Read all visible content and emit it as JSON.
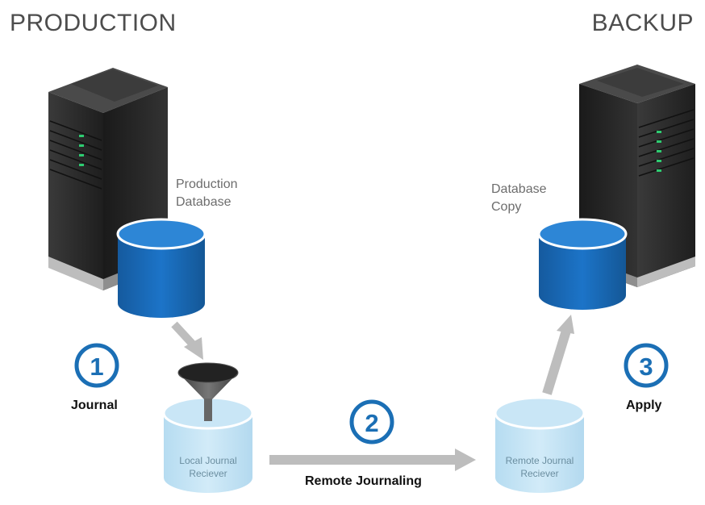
{
  "headings": {
    "production": "PRODUCTION",
    "backup": "BACKUP"
  },
  "databases": {
    "production": {
      "line1": "Production",
      "line2": "Database"
    },
    "copy": {
      "line1": "Database",
      "line2": "Copy"
    }
  },
  "receivers": {
    "local": {
      "line1": "Local Journal",
      "line2": "Reciever"
    },
    "remote": {
      "line1": "Remote Journal",
      "line2": "Reciever"
    }
  },
  "steps": [
    {
      "number": "1",
      "label": "Journal"
    },
    {
      "number": "2",
      "label": "Remote Journaling"
    },
    {
      "number": "3",
      "label": "Apply"
    }
  ],
  "colors": {
    "step_circle": "#1b6fb5",
    "database_blue": "#1c6fbf",
    "receiver_light_blue": "#bfe0f3",
    "arrow_gray": "#bdbdbd",
    "server_dark": "#2f2f2f",
    "server_led": "#2ecc71"
  }
}
